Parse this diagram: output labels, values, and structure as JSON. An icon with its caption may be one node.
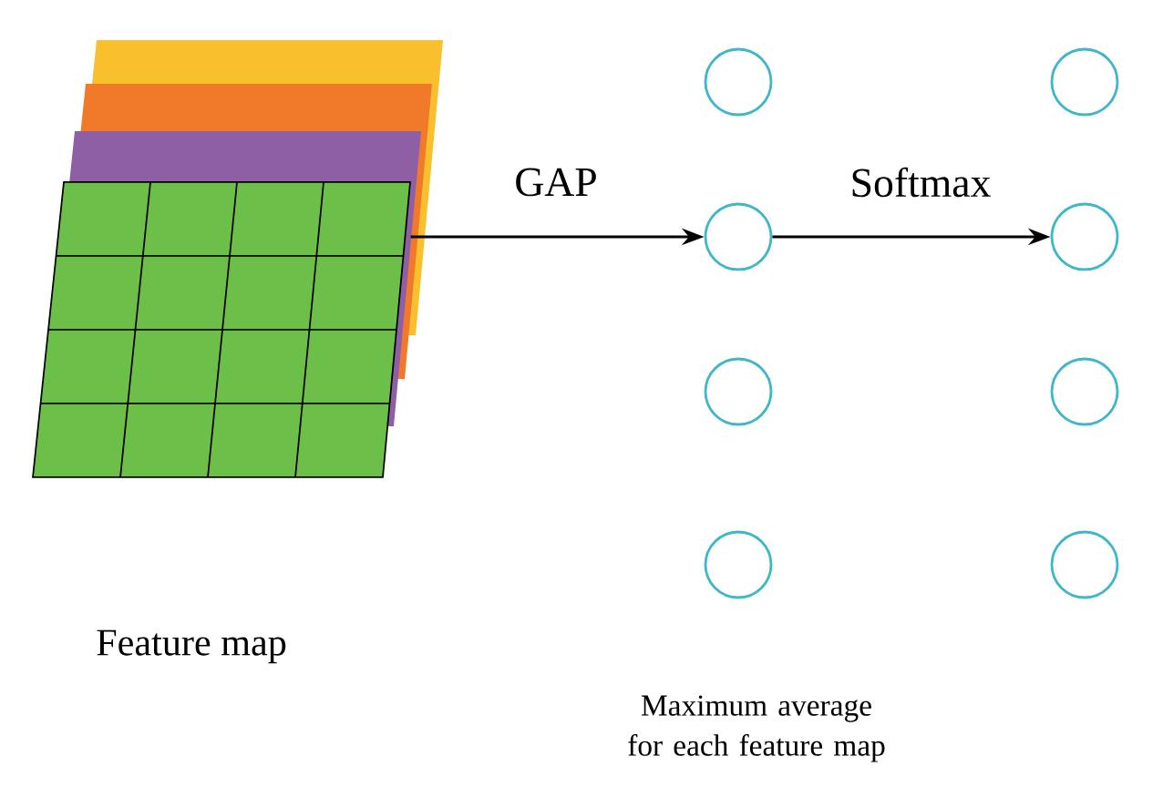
{
  "diagram": {
    "nodes": [
      {
        "text": [],
        "shape": "picture",
        "beside": [
          "Feature map"
        ]
      },
      {
        "text": [],
        "shape": "circle"
      },
      {
        "text": [],
        "shape": "circle"
      },
      {
        "text": [],
        "shape": "circle"
      },
      {
        "text": [],
        "shape": "circle"
      },
      {
        "text": [],
        "shape": "circle"
      },
      {
        "text": [],
        "shape": "circle"
      },
      {
        "text": [],
        "shape": "circle"
      },
      {
        "text": [],
        "shape": "circle"
      }
    ],
    "edges": [
      {
        "from": 0,
        "to": 2,
        "arrow": "to",
        "label": "GAP"
      },
      {
        "from": 2,
        "to": 6,
        "arrow": "to",
        "label": "Softmax"
      }
    ],
    "labels": [
      "Maximum average for each feature map"
    ]
  }
}
